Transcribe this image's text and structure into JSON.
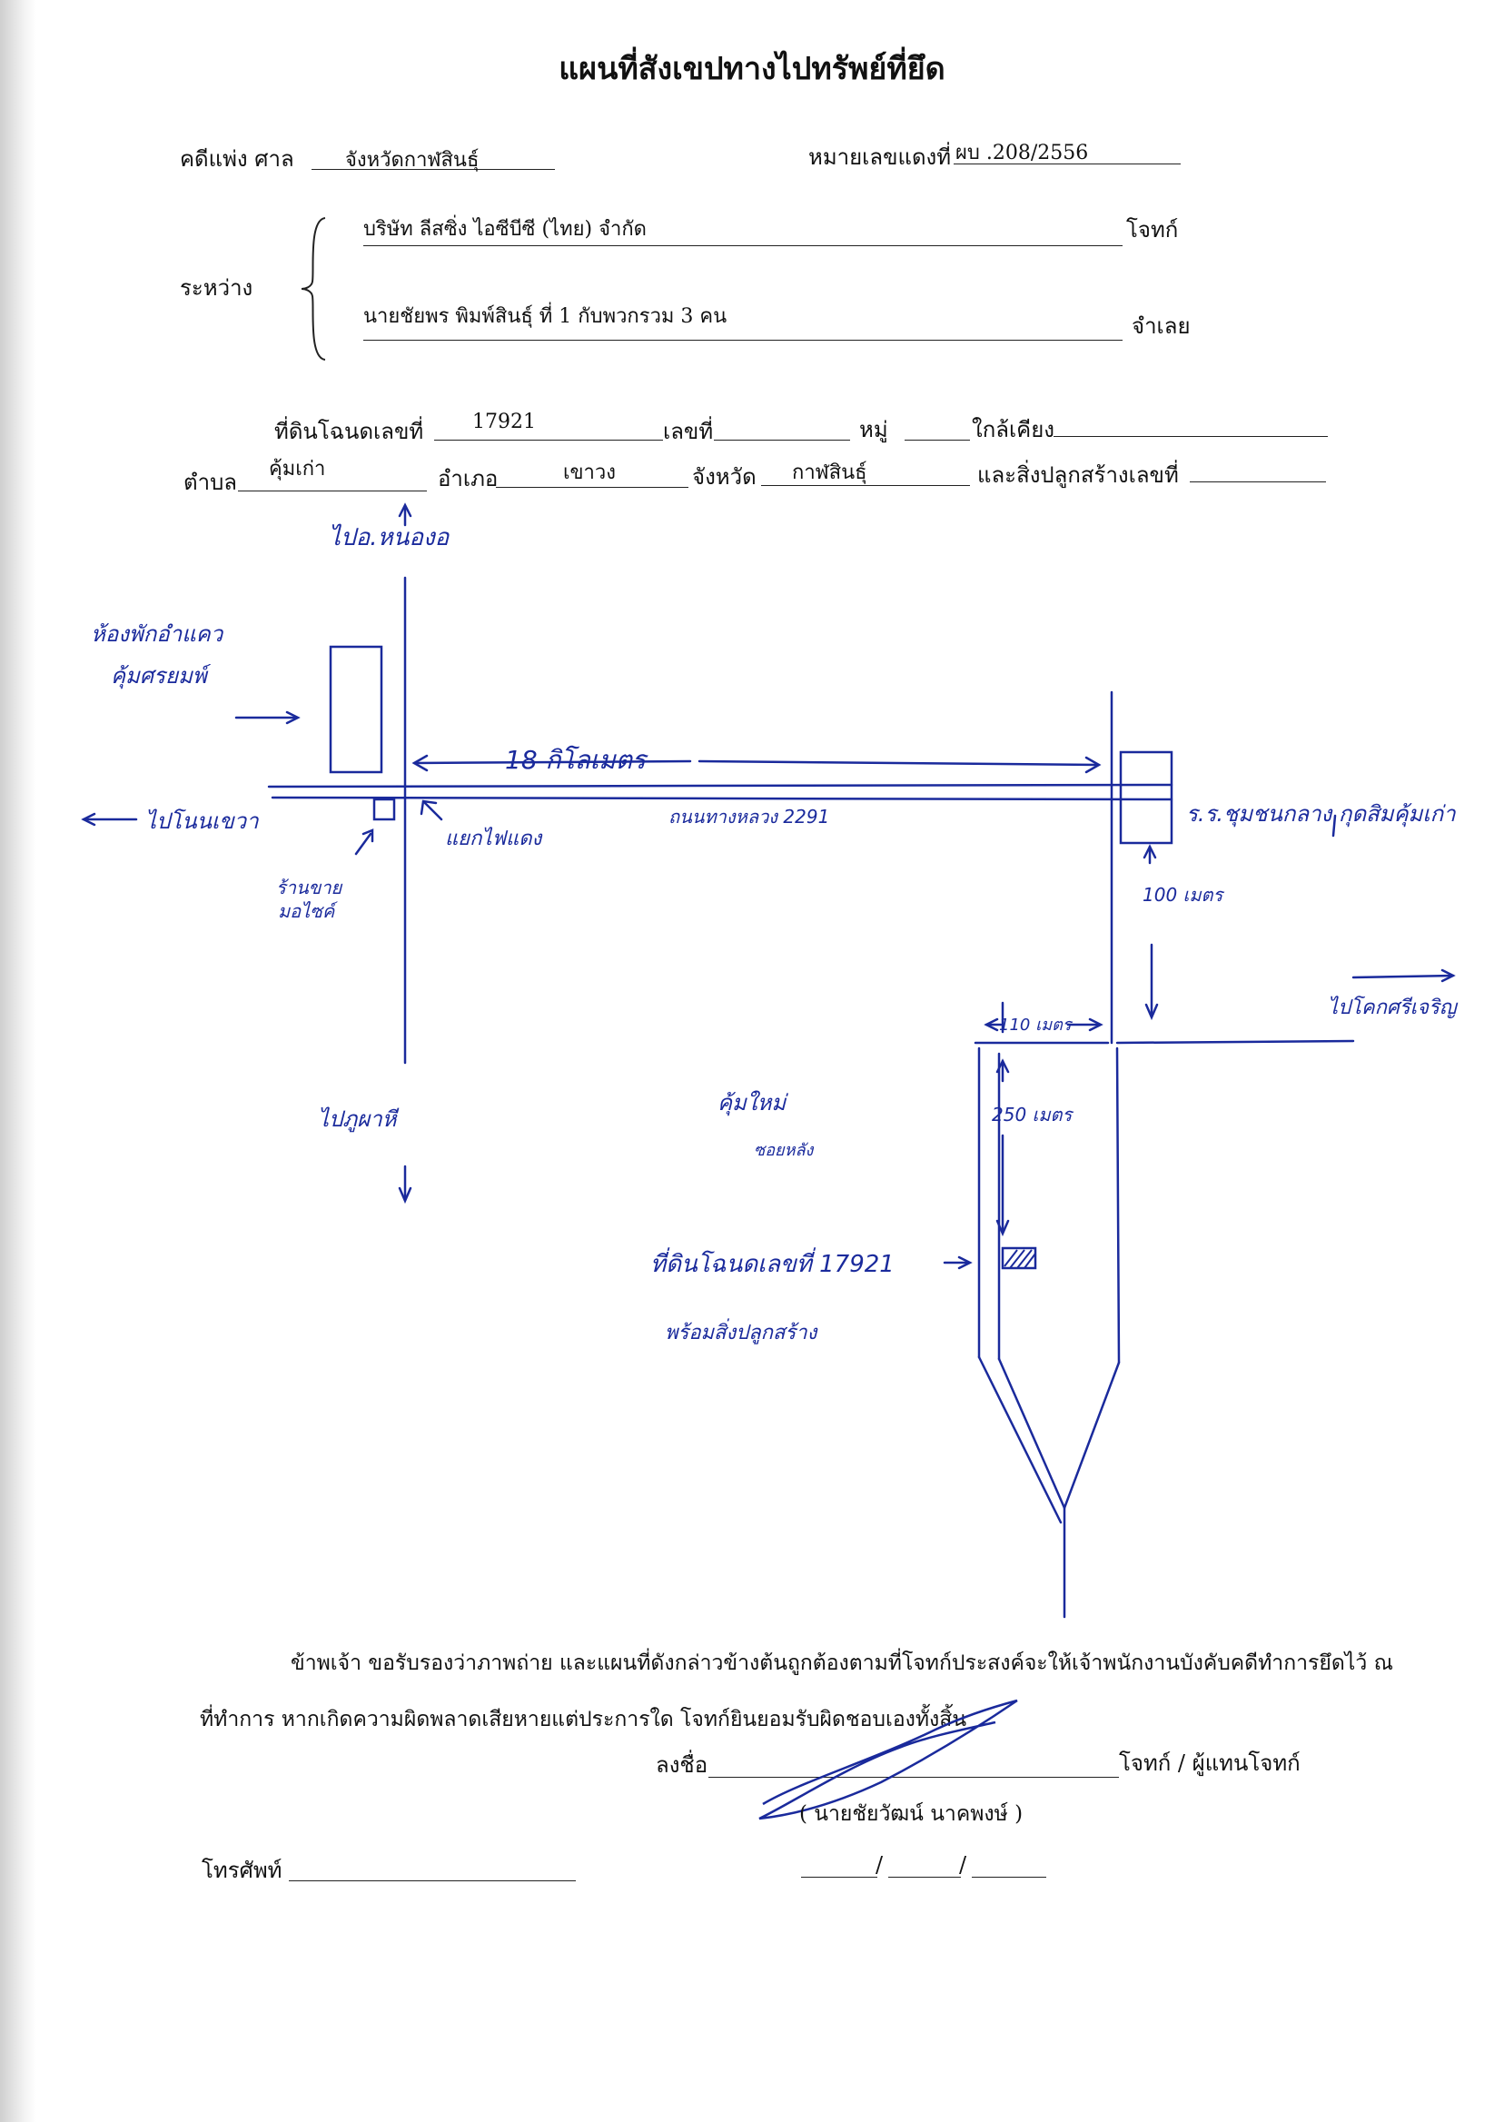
{
  "title": "แผนที่สังเขปทางไปทรัพย์ที่ยึด",
  "header": {
    "case_label": "คดีแพ่ง ศาล",
    "court": "จังหวัดกาฬสินธุ์",
    "red_case_label": "หมายเลขแดงที่",
    "red_case_no": "ผบ .208/2556"
  },
  "parties": {
    "between_label": "ระหว่าง",
    "plaintiff": "บริษัท  ลีสซิ่ง  ไอซีบีซี (ไทย)  จำกัด",
    "plaintiff_role": "โจทก์",
    "defendant": "นายชัยพร    พิมพ์สินธุ์   ที่ 1   กับพวกรวม  3   คน",
    "defendant_role": "จำเลย"
  },
  "land": {
    "deed_label": "ที่ดินโฉนดเลขที่",
    "deed_no": "17921",
    "no_label": "เลขที่",
    "village_label": "หมู่",
    "nearby_label": "ใกล้เคียง",
    "subdistrict_label": "ตำบล",
    "subdistrict": "คุ้มเก่า",
    "district_label": "อำเภอ",
    "district": "เขาวง",
    "province_label": "จังหวัด",
    "province": "กาฬสินธุ์",
    "building_label": "และสิ่งปลูกสร้างเลขที่"
  },
  "sketch": {
    "north_label": "ไปอ.หนองอ",
    "shop_label_1": "ห้องพักอำแคว",
    "shop_label_2": "คุ้มศรยมพ์",
    "distance_1": "18 กิโลเมตร",
    "west_label": "ไปโนนเขวา",
    "traffic_light": "แยกไฟแดง",
    "highway": "ถนนทางหลวง 2291",
    "motor_shop_1": "ร้านขาย",
    "motor_shop_2": "มอไซค์",
    "school_label": "ร.ร.ชุมชนกลาง กุดสิมคุ้มเก่า",
    "distance_2": "100 เมตร",
    "east_label": "ไปโคกศรีเจริญ",
    "distance_3": "110 เมตร",
    "distance_4": "250 เมตร",
    "south_label": "ไปภูผาหี",
    "village_label_1": "คุ้มใหม่",
    "village_label_2": "ซอยหลัง",
    "target_label_1": "ที่ดินโฉนดเลขที่ 17921",
    "target_label_2": "พร้อมสิ่งปลูกสร้าง"
  },
  "footer": {
    "certify_1": "ข้าพเจ้า ขอรับรองว่าภาพถ่าย และแผนที่ดังกล่าวข้างต้นถูกต้องตามที่โจทก์ประสงค์จะให้เจ้าพนักงานบังคับคดีทำการยึดไว้ ณ",
    "certify_2": "ที่ทำการ หากเกิดความผิดพลาดเสียหายแต่ประการใด โจทก์ยินยอมรับผิดชอบเองทั้งสิ้น",
    "sign_label": "ลงชื่อ",
    "signer_role": "โจทก์ / ผู้แทนโจทก์",
    "signer_name": "(   นายชัยวัฒน์  นาคพงษ์    )",
    "phone_label": "โทรศัพท์",
    "date_slash_1": "/",
    "date_slash_2": "/"
  }
}
